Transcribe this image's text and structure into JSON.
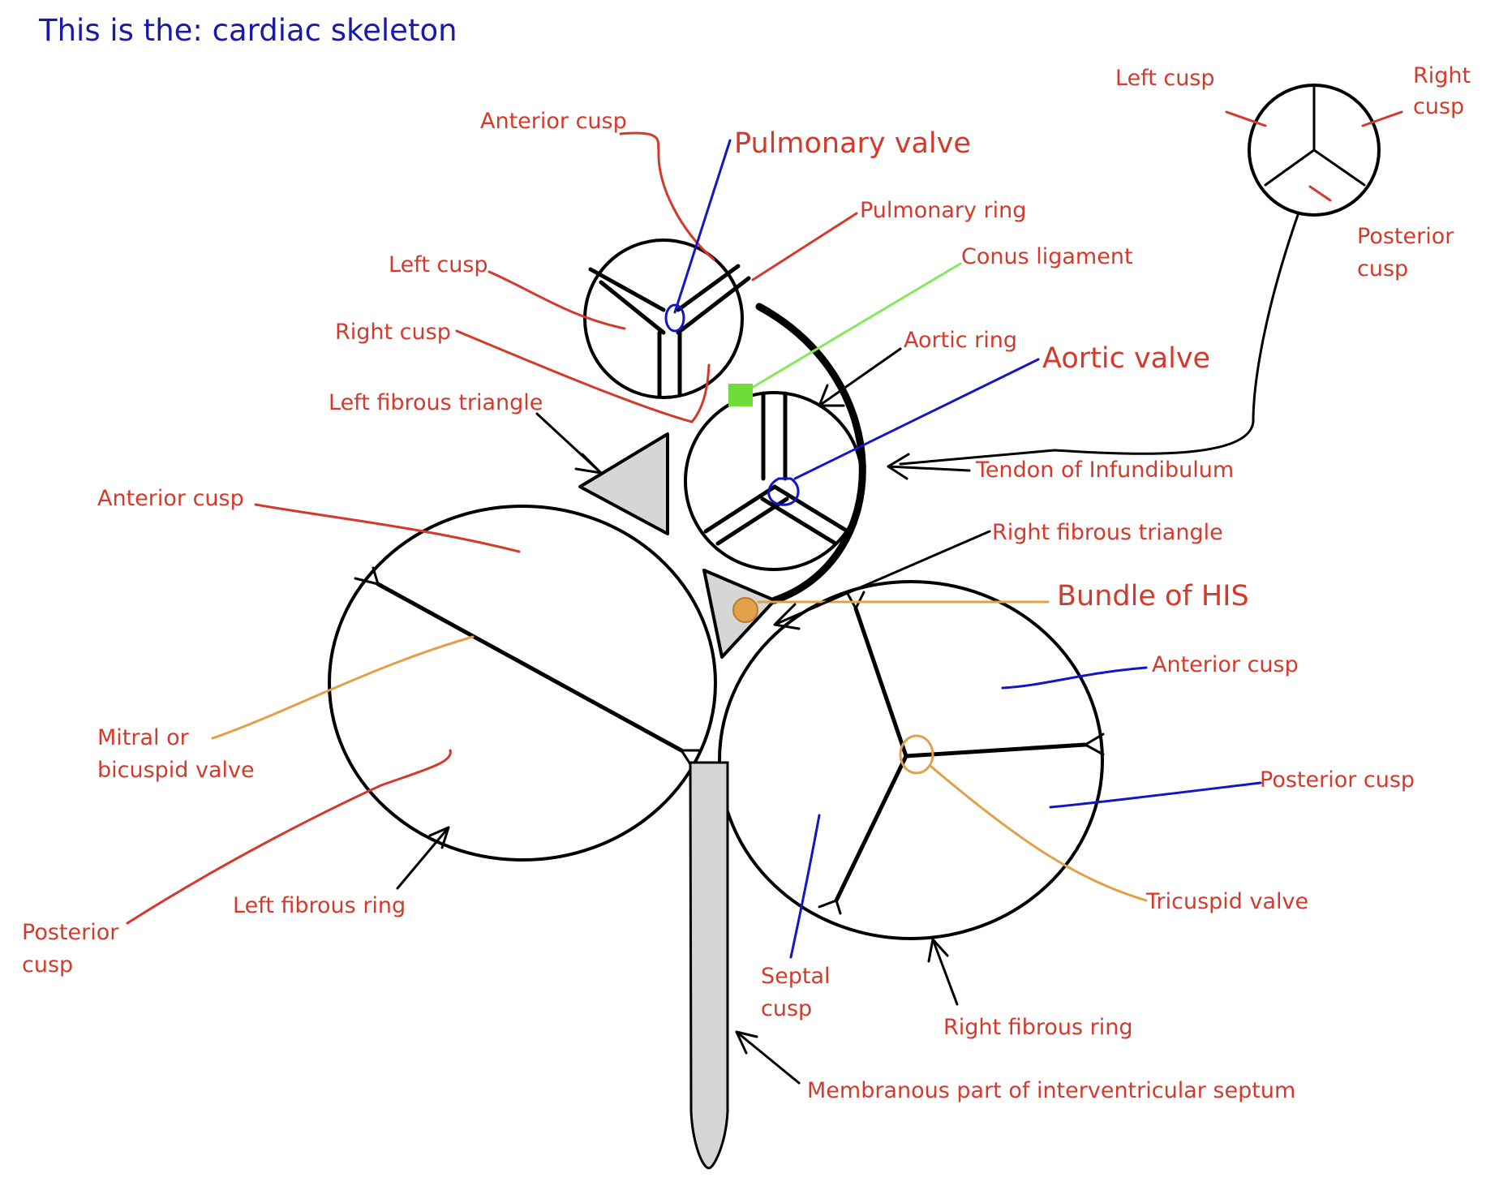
{
  "title": "This is the: cardiac skeleton",
  "labels": {
    "pulmonary_anterior_cusp": "Anterior cusp",
    "pulmonary_valve": "Pulmonary valve",
    "pulmonary_ring": "Pulmonary ring",
    "pulmonary_left_cusp": "Left cusp",
    "pulmonary_right_cusp": "Right cusp",
    "left_fibrous_triangle": "Left fibrous triangle",
    "conus_ligament": "Conus ligament",
    "aortic_ring": "Aortic ring",
    "aortic_valve": "Aortic valve",
    "inset_left_cusp": "Left cusp",
    "inset_right_cusp_1": "Right",
    "inset_right_cusp_2": "cusp",
    "inset_posterior_cusp_1": "Posterior",
    "inset_posterior_cusp_2": "cusp",
    "tendon_of_infundibulum": "Tendon of Infundibulum",
    "right_fibrous_triangle": "Right fibrous triangle",
    "bundle_of_his": "Bundle of HIS",
    "mitral_anterior_cusp": "Anterior cusp",
    "mitral_valve_1": "Mitral or",
    "mitral_valve_2": "bicuspid valve",
    "mitral_posterior_cusp_1": "Posterior",
    "mitral_posterior_cusp_2": "cusp",
    "left_fibrous_ring": "Left fibrous ring",
    "tricuspid_anterior_cusp": "Anterior cusp",
    "tricuspid_posterior_cusp": "Posterior cusp",
    "tricuspid_valve": "Tricuspid valve",
    "septal_cusp_1": "Septal",
    "septal_cusp_2": "cusp",
    "right_fibrous_ring": "Right fibrous ring",
    "membranous_septum": "Membranous part of interventricular septum"
  },
  "colors": {
    "label_text": "#d33a2c",
    "title_text": "#1a1aa8",
    "blue_pointer": "#1414c8",
    "orange_pointer": "#e3a04a",
    "green_pointer": "#86e85a",
    "fibrous_fill": "#d6d6d6",
    "outline": "#000000"
  }
}
